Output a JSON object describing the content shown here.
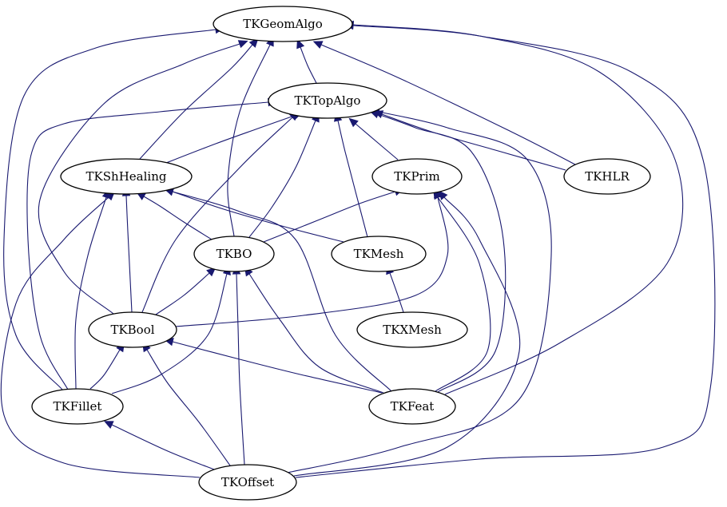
{
  "graph": {
    "edge_color": "#191970",
    "node_fill": "#ffffff",
    "node_stroke": "#000000",
    "nodes": [
      {
        "id": "TKGeomAlgo",
        "label": "TKGeomAlgo"
      },
      {
        "id": "TKTopAlgo",
        "label": "TKTopAlgo"
      },
      {
        "id": "TKShHealing",
        "label": "TKShHealing"
      },
      {
        "id": "TKPrim",
        "label": "TKPrim"
      },
      {
        "id": "TKHLR",
        "label": "TKHLR"
      },
      {
        "id": "TKBO",
        "label": "TKBO"
      },
      {
        "id": "TKMesh",
        "label": "TKMesh"
      },
      {
        "id": "TKBool",
        "label": "TKBool"
      },
      {
        "id": "TKXMesh",
        "label": "TKXMesh"
      },
      {
        "id": "TKFillet",
        "label": "TKFillet"
      },
      {
        "id": "TKFeat",
        "label": "TKFeat"
      },
      {
        "id": "TKOffset",
        "label": "TKOffset"
      }
    ],
    "edges": [
      {
        "from": "TKTopAlgo",
        "to": "TKGeomAlgo"
      },
      {
        "from": "TKHLR",
        "to": "TKGeomAlgo"
      },
      {
        "from": "TKHLR",
        "to": "TKTopAlgo"
      },
      {
        "from": "TKShHealing",
        "to": "TKGeomAlgo"
      },
      {
        "from": "TKShHealing",
        "to": "TKTopAlgo"
      },
      {
        "from": "TKPrim",
        "to": "TKTopAlgo"
      },
      {
        "from": "TKBO",
        "to": "TKGeomAlgo"
      },
      {
        "from": "TKBO",
        "to": "TKTopAlgo"
      },
      {
        "from": "TKBO",
        "to": "TKShHealing"
      },
      {
        "from": "TKBO",
        "to": "TKPrim"
      },
      {
        "from": "TKMesh",
        "to": "TKTopAlgo"
      },
      {
        "from": "TKMesh",
        "to": "TKShHealing"
      },
      {
        "from": "TKXMesh",
        "to": "TKMesh"
      },
      {
        "from": "TKBool",
        "to": "TKGeomAlgo"
      },
      {
        "from": "TKBool",
        "to": "TKTopAlgo"
      },
      {
        "from": "TKBool",
        "to": "TKShHealing"
      },
      {
        "from": "TKBool",
        "to": "TKBO"
      },
      {
        "from": "TKBool",
        "to": "TKPrim"
      },
      {
        "from": "TKFillet",
        "to": "TKGeomAlgo"
      },
      {
        "from": "TKFillet",
        "to": "TKTopAlgo"
      },
      {
        "from": "TKFillet",
        "to": "TKShHealing"
      },
      {
        "from": "TKFillet",
        "to": "TKBool"
      },
      {
        "from": "TKFillet",
        "to": "TKBO"
      },
      {
        "from": "TKFeat",
        "to": "TKGeomAlgo"
      },
      {
        "from": "TKFeat",
        "to": "TKTopAlgo"
      },
      {
        "from": "TKFeat",
        "to": "TKShHealing"
      },
      {
        "from": "TKFeat",
        "to": "TKPrim"
      },
      {
        "from": "TKFeat",
        "to": "TKBool"
      },
      {
        "from": "TKFeat",
        "to": "TKBO"
      },
      {
        "from": "TKOffset",
        "to": "TKGeomAlgo"
      },
      {
        "from": "TKOffset",
        "to": "TKTopAlgo"
      },
      {
        "from": "TKOffset",
        "to": "TKShHealing"
      },
      {
        "from": "TKOffset",
        "to": "TKPrim"
      },
      {
        "from": "TKOffset",
        "to": "TKBool"
      },
      {
        "from": "TKOffset",
        "to": "TKBO"
      },
      {
        "from": "TKOffset",
        "to": "TKFillet"
      }
    ]
  }
}
